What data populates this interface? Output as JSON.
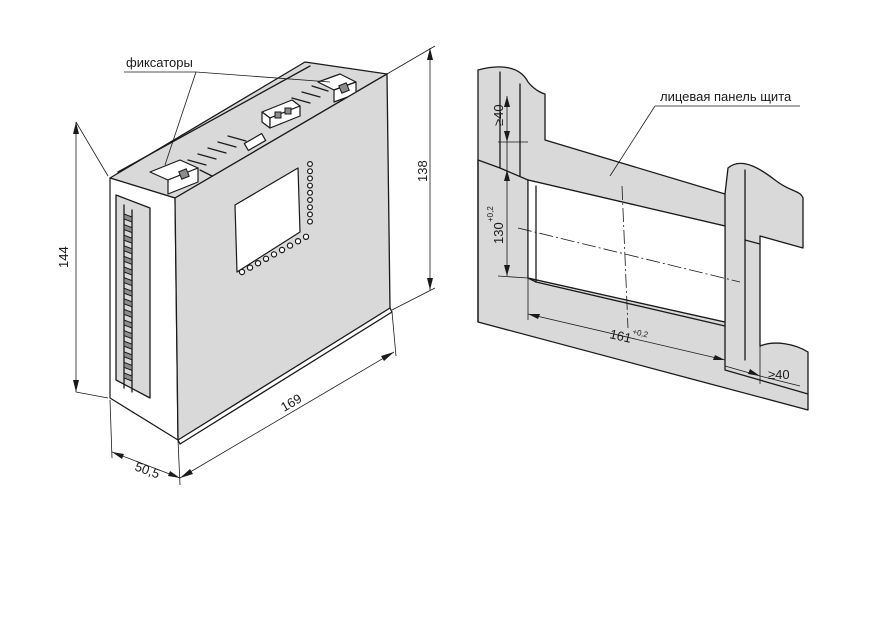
{
  "labels": {
    "latches": "фиксаторы",
    "panel": "лицевая панель щита"
  },
  "dimensions": {
    "height_total": "144",
    "height_front": "138",
    "width_front": "169",
    "depth": "50,5",
    "min_top": "≥40",
    "cutout_height": "130",
    "cutout_height_tol": "+0,2",
    "cutout_width": "161",
    "cutout_width_tol": "+0,2",
    "min_right": "≥40"
  }
}
